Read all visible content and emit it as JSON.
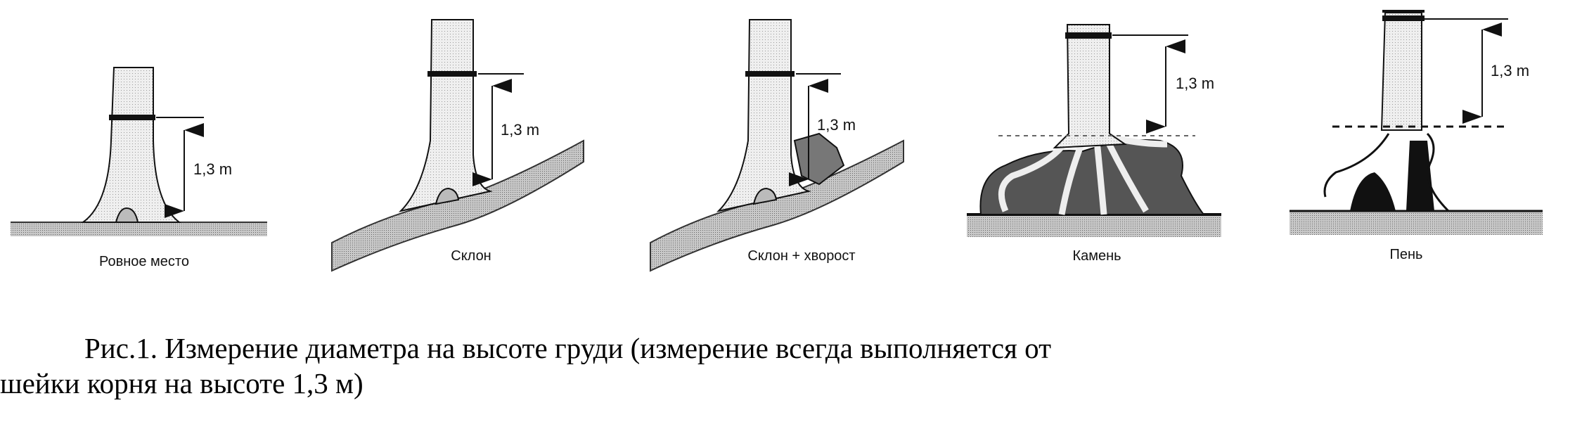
{
  "panels": [
    {
      "label": "Ровное место",
      "measure": "1,3 m"
    },
    {
      "label": "Склон",
      "measure": "1,3 m"
    },
    {
      "label": "Склон + хворост",
      "measure": "1,3 m"
    },
    {
      "label": "Камень",
      "measure": "1,3 m"
    },
    {
      "label": "Пень",
      "measure": "1,3 m"
    }
  ],
  "caption": {
    "line1": "Рис.1. Измерение диаметра на высоте груди (измерение всегда выполняется от",
    "line2": "шейки корня на высоте 1,3 м)"
  },
  "colors": {
    "ground": "#bdbdbd",
    "trunk": "#e6e6e6",
    "rock": "#555555",
    "line": "#111111"
  }
}
